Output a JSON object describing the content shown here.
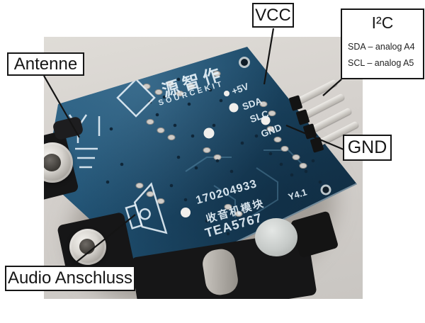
{
  "figure": {
    "callouts": {
      "antenne": "Antenne",
      "vcc": "VCC",
      "i2c_title": "I²C",
      "i2c_line1": "SDA – analog A4",
      "i2c_line2": "SCL – analog A5",
      "gnd": "GND",
      "audio": "Audio Anschluss"
    },
    "board": {
      "logo_cn": "源智作",
      "logo_en": "SOURCEKIT",
      "pins": [
        "+5V",
        "SDA",
        "SLC",
        "GND"
      ],
      "serial": "170204933",
      "module_name_cn": "收音机模块",
      "chip": "TEA5767",
      "revision": "Y4.1"
    },
    "colors": {
      "pcb_blue": "#1e4d6d",
      "photo_gray": "#d5d1cd",
      "silkscreen_white": "#e4f0f7",
      "pin_silver": "#d8d4cf",
      "callout_border": "#161616"
    }
  }
}
